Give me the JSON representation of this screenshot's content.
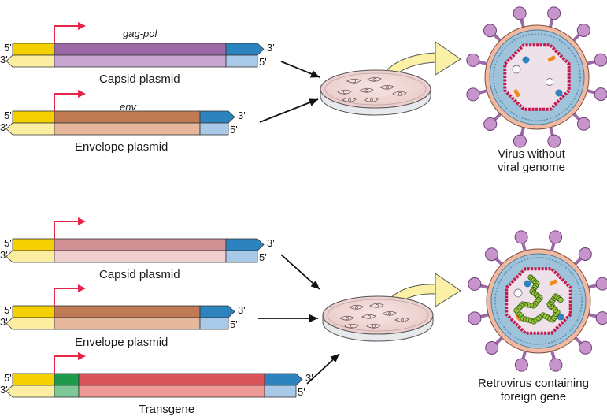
{
  "panel_top": {
    "plasmids": [
      {
        "label": "Capsid plasmid",
        "gene": "gag-pol"
      },
      {
        "label": "Envelope plasmid",
        "gene": "env"
      }
    ],
    "result_caption": [
      "Virus without",
      "viral genome"
    ]
  },
  "panel_bottom": {
    "plasmids": [
      {
        "label": "Capsid plasmid"
      },
      {
        "label": "Envelope plasmid"
      },
      {
        "label": "Transgene"
      }
    ],
    "result_caption": [
      "Retrovirus containing",
      "foreign gene"
    ]
  },
  "strand_ends": {
    "five_prime": "5'",
    "three_prime": "3'"
  },
  "colors": {
    "promoter": "#f4d000",
    "promoter_light": "#fbeea0",
    "gag_pol": "#9b6aa6",
    "gag_pol_light": "#c9a6cf",
    "env": "#c07b55",
    "env_light": "#e6b79a",
    "capsid_pink": "#cf8f93",
    "capsid_pink_light": "#f1cfcf",
    "transgene": "#d9545a",
    "transgene_light": "#ee9a96",
    "insert_green": "#1f9a48",
    "insert_green_light": "#7dc896",
    "terminator": "#2d83bd",
    "terminator_light": "#a9c9e8",
    "arrow_red": "#e8264a",
    "curved_arrow": "#fbf1a6"
  }
}
